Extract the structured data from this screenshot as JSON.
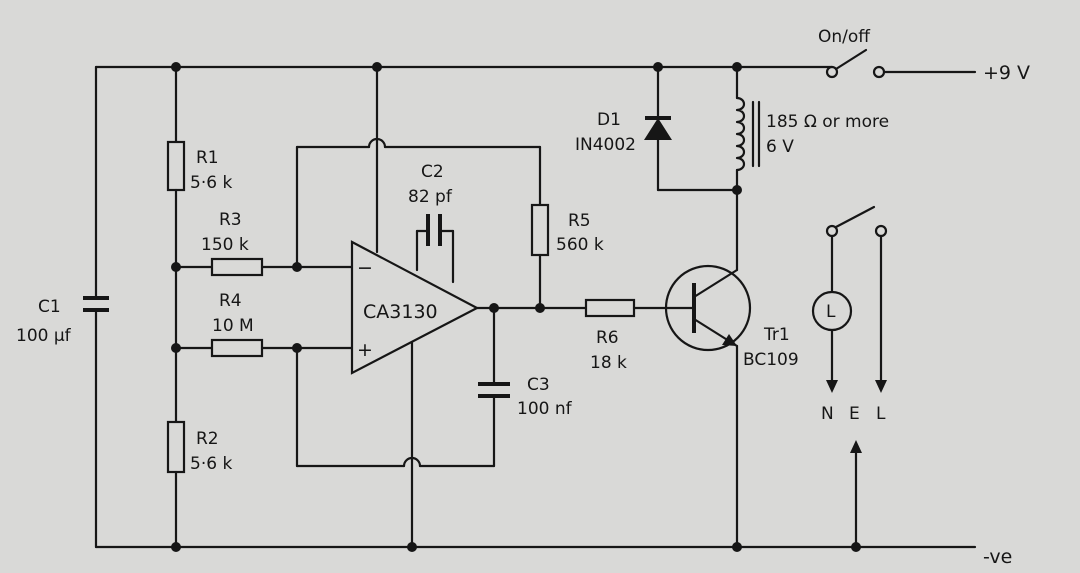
{
  "labels": {
    "switch_main": "On/off",
    "supply_pos": "+9 V",
    "supply_neg": "-ve",
    "c1_name": "C1",
    "c1_value": "100 μf",
    "r1_name": "R1",
    "r1_value": "5·6 k",
    "r2_name": "R2",
    "r2_value": "5·6 k",
    "r3_name": "R3",
    "r3_value": "150 k",
    "r4_name": "R4",
    "r4_value": "10 M",
    "c2_name": "C2",
    "c2_value": "82 pf",
    "r5_name": "R5",
    "r5_value": "560 k",
    "c3_name": "C3",
    "c3_value": "100 nf",
    "r6_name": "R6",
    "r6_value": "18 k",
    "opamp": "CA3130",
    "opamp_minus": "−",
    "opamp_plus": "+",
    "d1_name": "D1",
    "d1_value": "IN4002",
    "relay_res": "185 Ω or more",
    "relay_volt": "6 V",
    "tr1_name": "Tr1",
    "tr1_value": "BC109",
    "lamp": "L",
    "term_n": "N",
    "term_e": "E",
    "term_l": "L"
  }
}
